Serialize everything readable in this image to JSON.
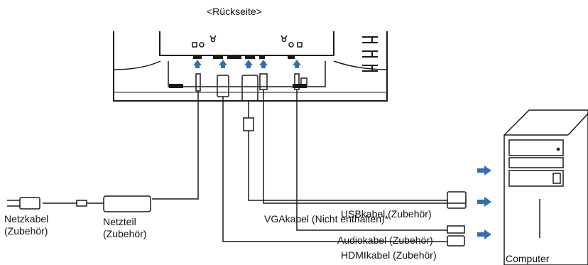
{
  "title": "<Rückseite>",
  "cables": {
    "usb": "USBkabel (Zubehör)",
    "audio": "Audiokabel (Zubehör)",
    "vga": "VGAkabel (Nicht enthalten)*",
    "hdmi": "HDMIkabel (Zubehör)"
  },
  "power_cable": {
    "line1": "Netzkabel",
    "line2": "(Zubehör)"
  },
  "adapter": {
    "line1": "Netzteil",
    "line2": "(Zubehör)"
  },
  "computer": "Computer",
  "colors": {
    "arrow": "#2f6fb7",
    "line": "#1a1a1a"
  }
}
